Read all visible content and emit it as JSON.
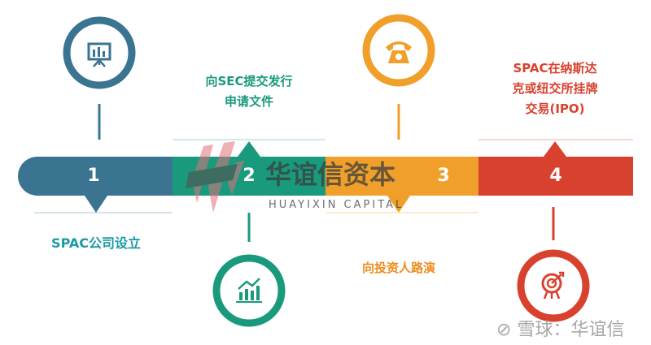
{
  "colors": {
    "step1": "#3a7491",
    "step2": "#1a9a7d",
    "step3": "#f0a02a",
    "step4": "#d9412f"
  },
  "steps": [
    {
      "number": "1",
      "label_lines": [
        "SPAC公司设立"
      ],
      "icon": "presentation-board-icon"
    },
    {
      "number": "2",
      "label_lines": [
        "向SEC提交发行",
        "申请文件"
      ],
      "icon": "growth-chart-icon"
    },
    {
      "number": "3",
      "label_lines": [
        "向投资人路演"
      ],
      "icon": "telephone-icon"
    },
    {
      "number": "4",
      "label_lines": [
        "SPAC在纳斯达",
        "克或纽交所挂牌",
        "交易(IPO)"
      ],
      "icon": "target-icon"
    }
  ],
  "watermark": {
    "cn": "华谊信资本",
    "en": "HUAYIXIN CAPITAL",
    "source": "雪球：华谊信"
  }
}
